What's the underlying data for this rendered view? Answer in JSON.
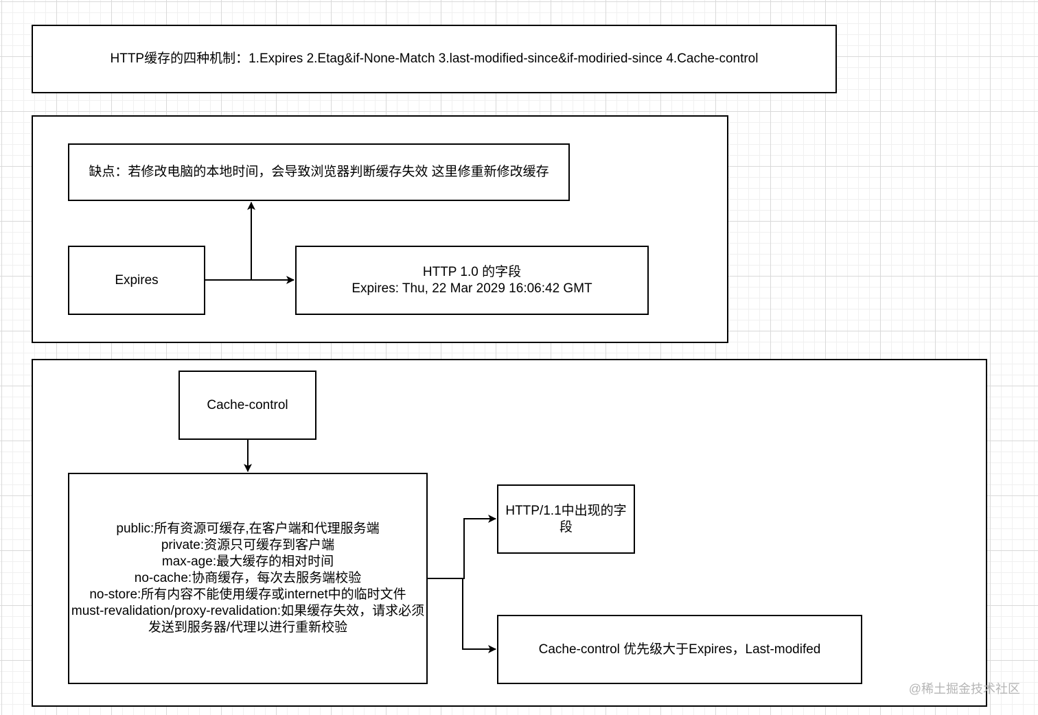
{
  "title_box": "HTTP缓存的四种机制：1.Expires 2.Etag&if-None-Match 3.last-modified-since&if-modiried-since 4.Cache-control",
  "expires_section": {
    "drawback": "缺点：若修改电脑的本地时间，会导致浏览器判断缓存失效 这里修重新修改缓存",
    "expires_node": "Expires",
    "field_lines": [
      "HTTP 1.0 的字段",
      "Expires: Thu, 22 Mar 2029 16:06:42 GMT"
    ]
  },
  "cache_control_section": {
    "node": "Cache-control",
    "directives": [
      "public:所有资源可缓存,在客户端和代理服务端",
      "private:资源只可缓存到客户端",
      "max-age:最大缓存的相对时间",
      "no-cache:协商缓存，每次去服务端校验",
      "no-store:所有内容不能使用缓存或internet中的临时文件",
      "must-revalidation/proxy-revalidation:如果缓存失效，请求必须发送到服务器/代理以进行重新校验"
    ],
    "http11_note": "HTTP/1.1中出现的字段",
    "priority_note": "Cache-control 优先级大于Expires，Last-modifed"
  },
  "watermark": "@稀土掘金技术社区"
}
